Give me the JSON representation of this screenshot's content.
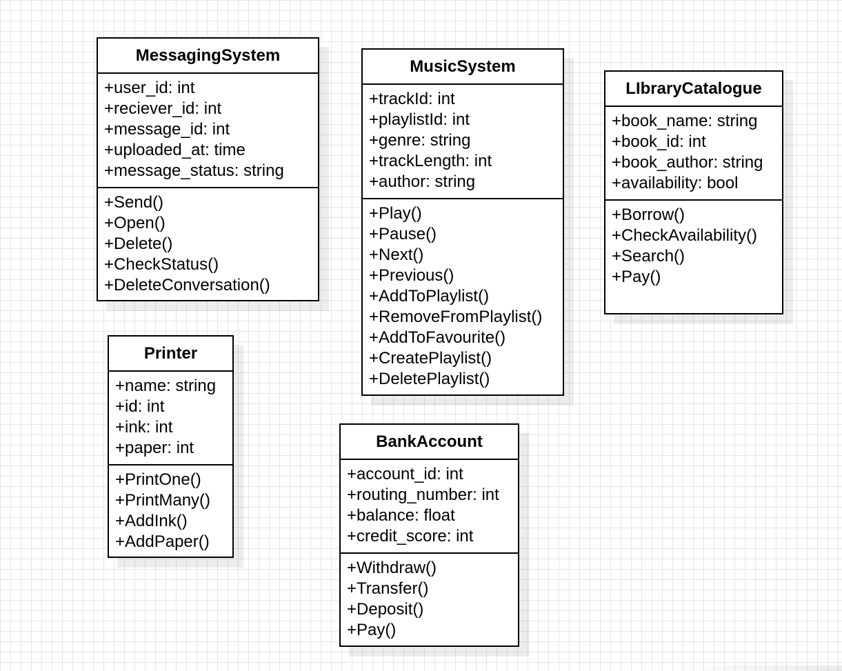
{
  "classes": {
    "messaging": {
      "name": "MessagingSystem",
      "attributes": [
        "+user_id: int",
        "+reciever_id: int",
        "+message_id: int",
        "+uploaded_at: time",
        "+message_status: string"
      ],
      "methods": [
        "+Send()",
        "+Open()",
        "+Delete()",
        "+CheckStatus()",
        "+DeleteConversation()"
      ]
    },
    "music": {
      "name": "MusicSystem",
      "attributes": [
        "+trackId: int",
        "+playlistId: int",
        "+genre: string",
        "+trackLength: int",
        "+author: string"
      ],
      "methods": [
        "+Play()",
        "+Pause()",
        "+Next()",
        "+Previous()",
        "+AddToPlaylist()",
        "+RemoveFromPlaylist()",
        "+AddToFavourite()",
        "+CreatePlaylist()",
        "+DeletePlaylist()"
      ]
    },
    "library": {
      "name": "LIbraryCatalogue",
      "attributes": [
        "+book_name: string",
        "+book_id: int",
        "+book_author: string",
        "+availability: bool"
      ],
      "methods": [
        "+Borrow()",
        "+CheckAvailability()",
        "+Search()",
        "+Pay()"
      ]
    },
    "printer": {
      "name": "Printer",
      "attributes": [
        "+name: string",
        "+id: int",
        "+ink: int",
        "+paper: int"
      ],
      "methods": [
        "+PrintOne()",
        "+PrintMany()",
        "+AddInk()",
        "+AddPaper()"
      ]
    },
    "bank": {
      "name": "BankAccount",
      "attributes": [
        "+account_id: int",
        "+routing_number: int",
        "+balance: float",
        "+credit_score: int"
      ],
      "methods": [
        "+Withdraw()",
        "+Transfer()",
        "+Deposit()",
        "+Pay()"
      ]
    }
  }
}
